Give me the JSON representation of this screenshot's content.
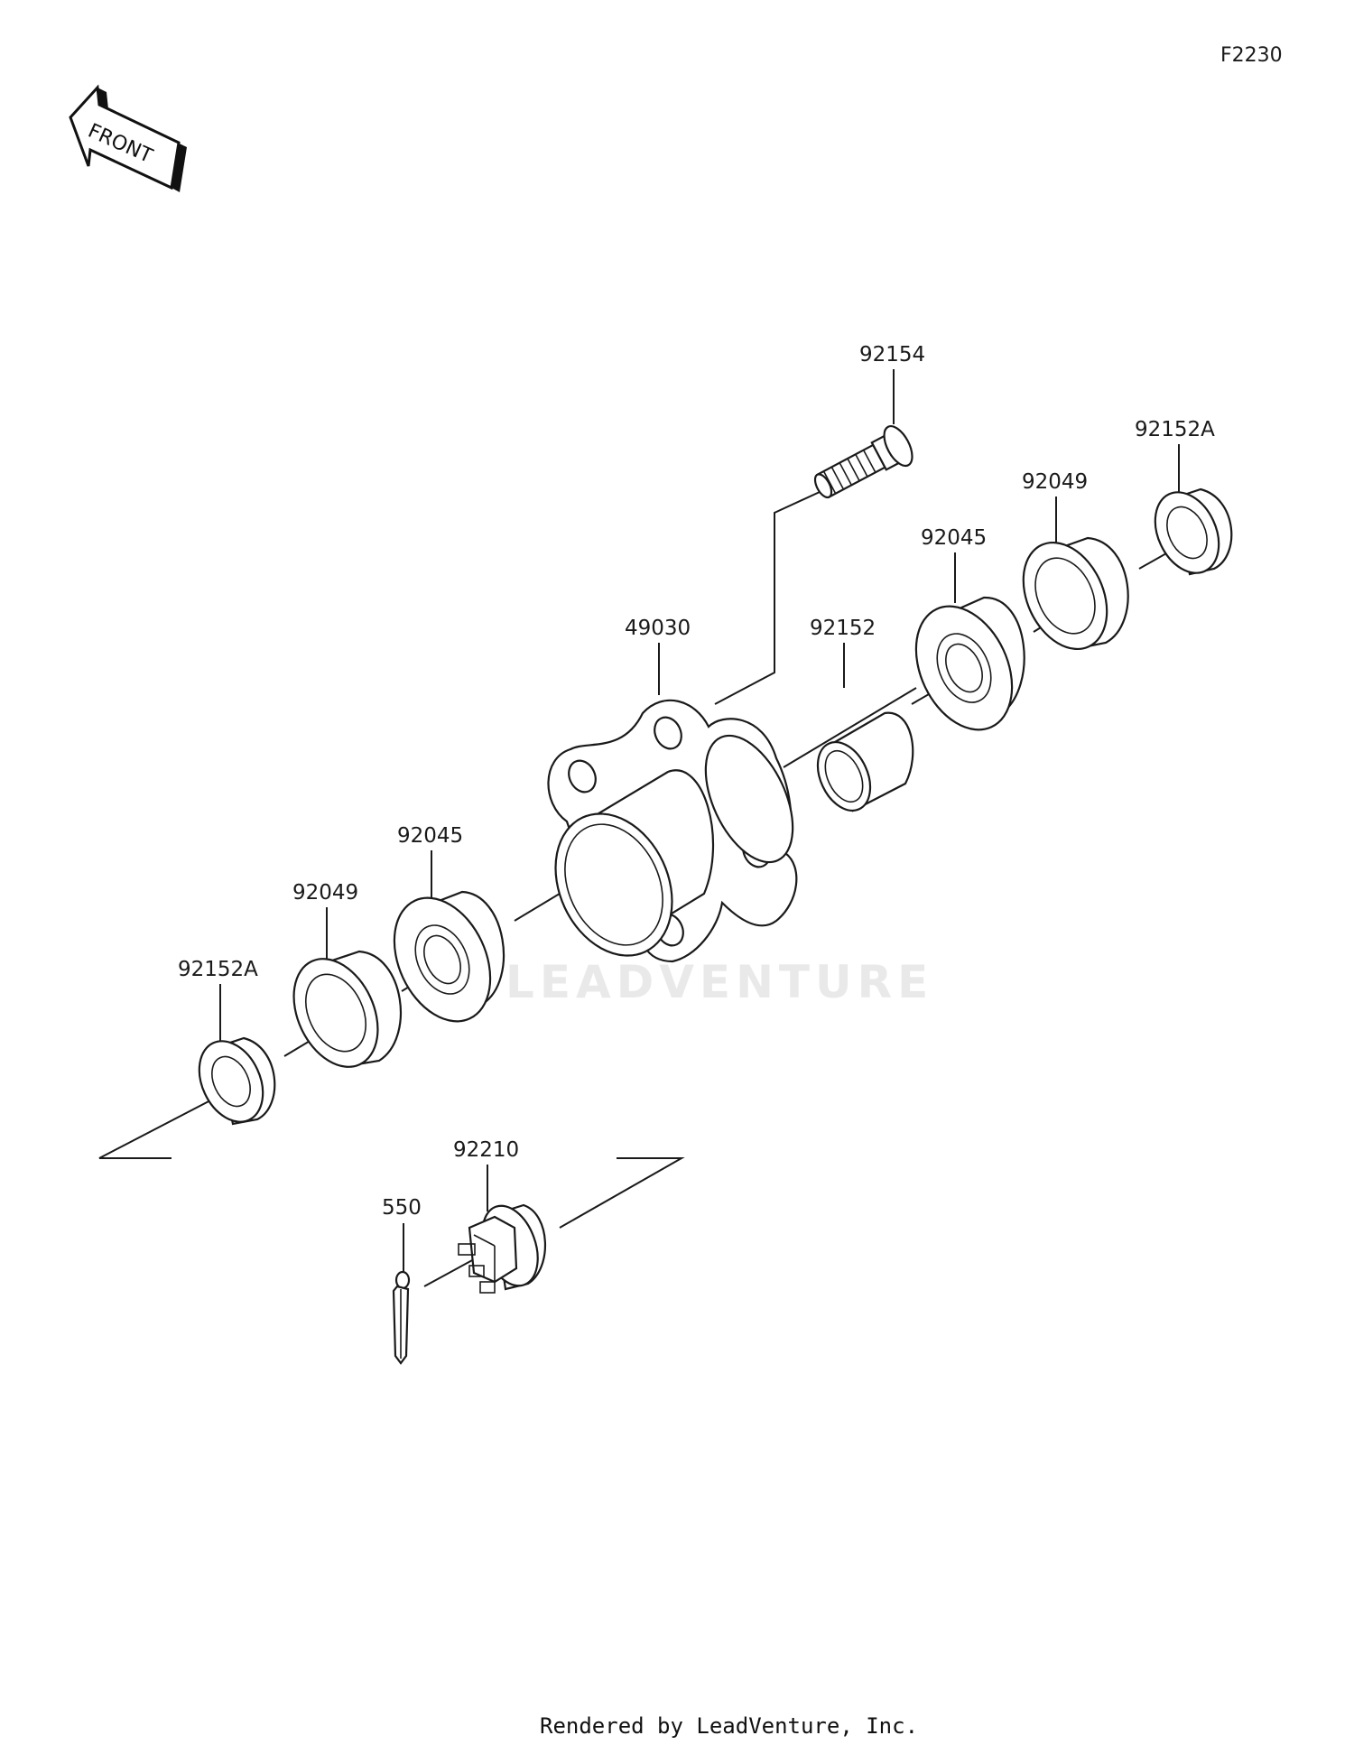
{
  "diagram_code": "F2230",
  "front_label": "FRONT",
  "watermark": "LEADVENTURE",
  "footer": "Rendered by LeadVenture, Inc.",
  "parts": {
    "bolt_top": "92154",
    "hub": "49030",
    "spacer": "92152",
    "bearing_right": "92045",
    "ring_right": "92049",
    "seal_right": "92152A",
    "bearing_left": "92045",
    "ring_left": "92049",
    "seal_left": "92152A",
    "nut": "92210",
    "cotter_pin": "550"
  }
}
